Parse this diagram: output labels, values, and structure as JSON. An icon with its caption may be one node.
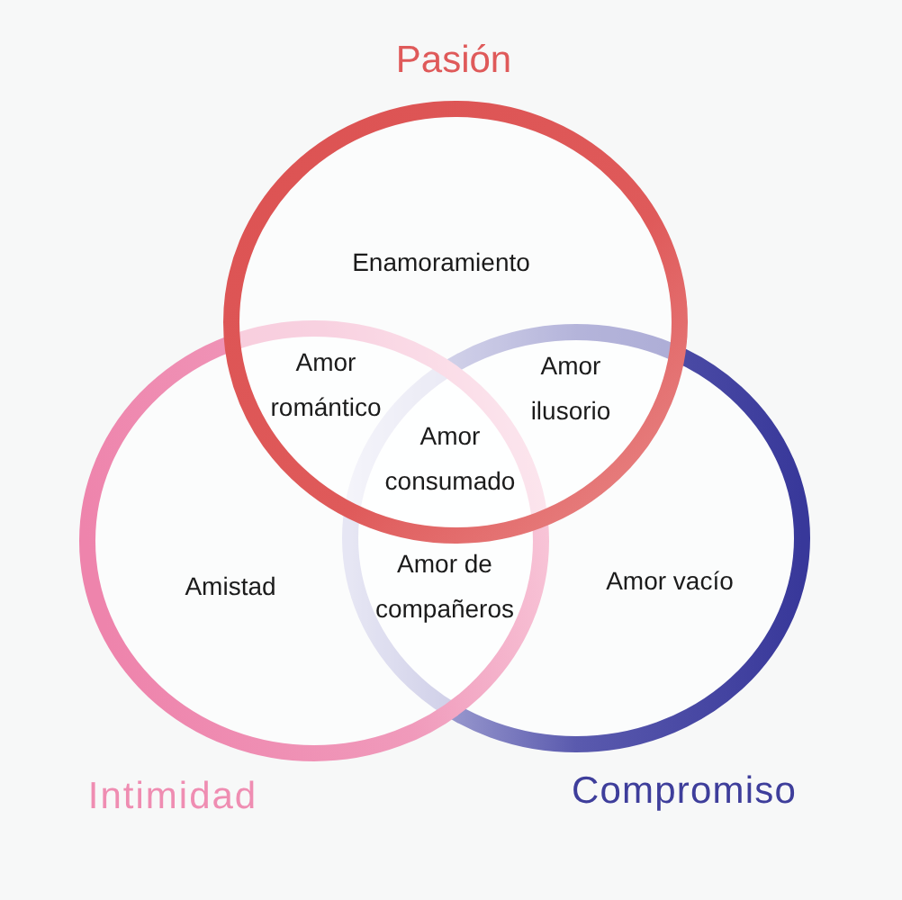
{
  "diagram": {
    "nodes": [
      {
        "text": [
          "Pasión",
          "Enamoramiento"
        ]
      },
      {
        "text": [
          "Amistad",
          "Intimidad"
        ]
      },
      {
        "text": [
          "Amor vacío",
          "Compromiso"
        ]
      }
    ],
    "labels": [
      "Amor romántico",
      "Amor ilusorio",
      "Amor consumado",
      "Amor de compañeros"
    ]
  }
}
